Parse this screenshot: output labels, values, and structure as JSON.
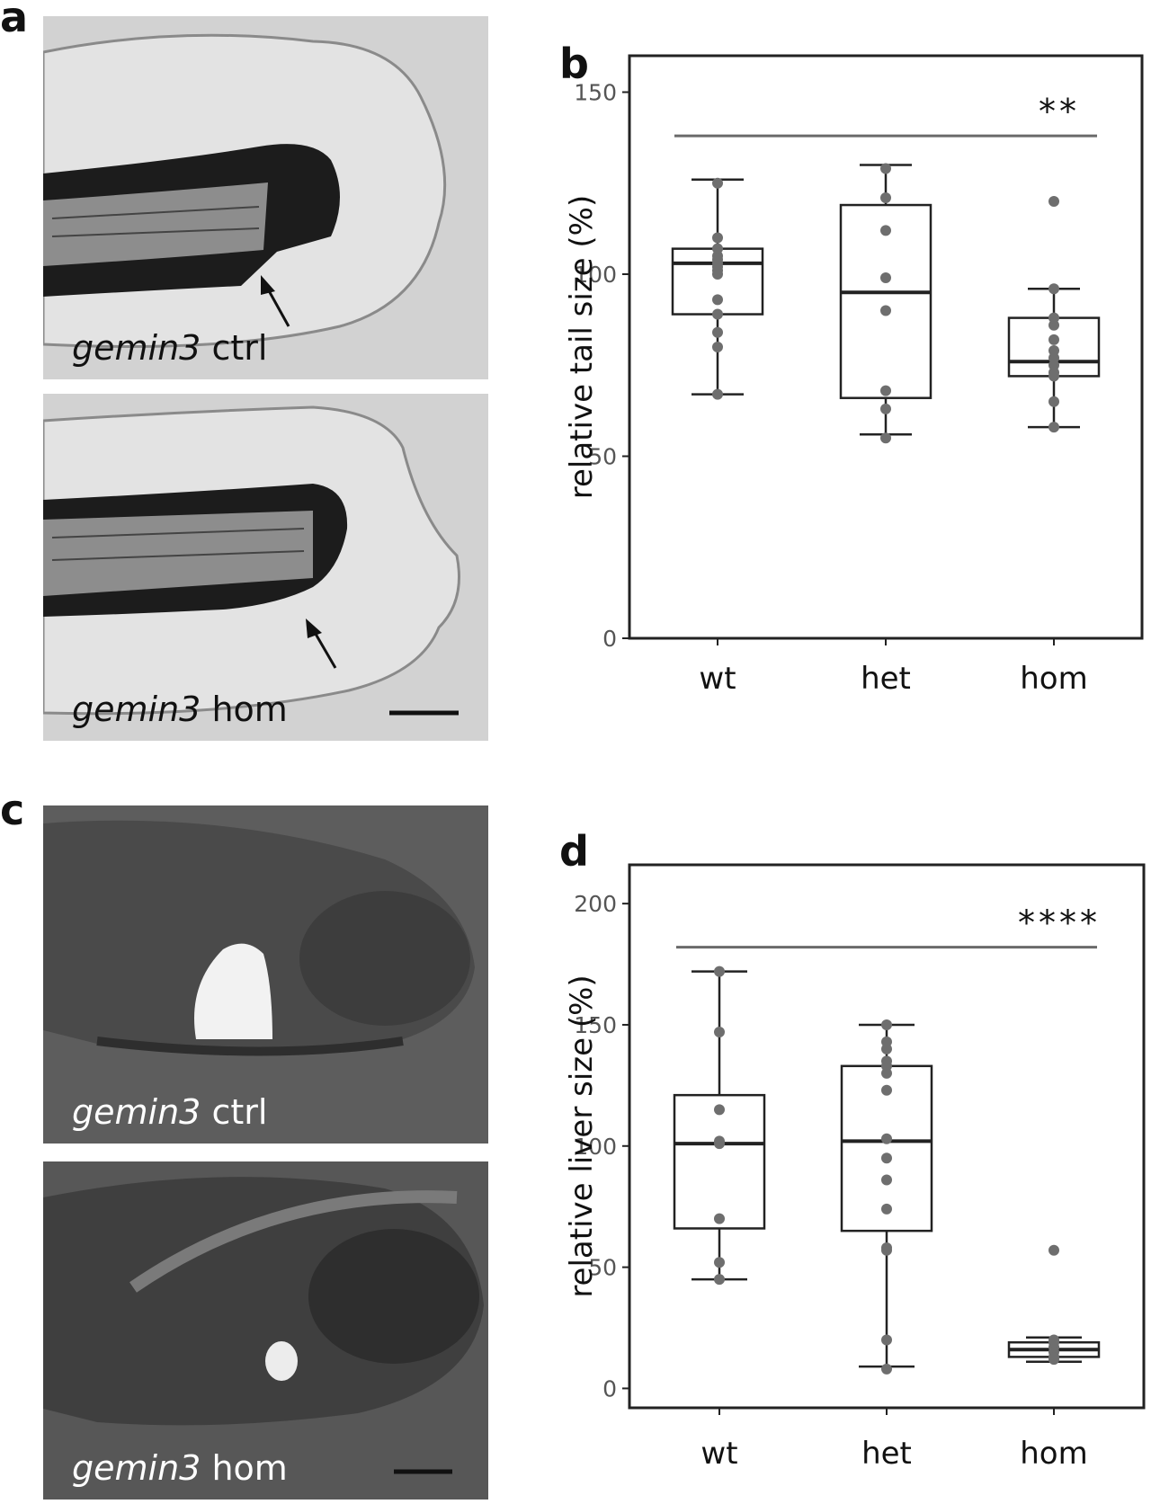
{
  "panels": {
    "a": {
      "letter": "a",
      "images": [
        {
          "gene": "gemin3",
          "condition": "ctrl"
        },
        {
          "gene": "gemin3",
          "condition": "hom"
        }
      ]
    },
    "b": {
      "letter": "b"
    },
    "c": {
      "letter": "c",
      "images": [
        {
          "gene": "gemin3",
          "condition": "ctrl"
        },
        {
          "gene": "gemin3",
          "condition": "hom"
        }
      ]
    },
    "d": {
      "letter": "d"
    }
  },
  "colors": {
    "axis": "#222222",
    "box": "#222222",
    "point": "#6e6e6e",
    "bar": "#6a6a6a",
    "tick_label": "#555555"
  },
  "chart_data": [
    {
      "type": "box",
      "panel": "b",
      "ylabel": "relative tail size (%)",
      "xlabel": "",
      "ylim": [
        0,
        160
      ],
      "yticks": [
        0,
        50,
        100,
        150
      ],
      "categories": [
        "wt",
        "het",
        "hom"
      ],
      "boxes": [
        {
          "category": "wt",
          "whisker_low": 67,
          "q1": 89,
          "median": 103,
          "q3": 107,
          "whisker_high": 126,
          "points": [
            67,
            80,
            84,
            89,
            93,
            100,
            101,
            102,
            103,
            104,
            105,
            107,
            110,
            125
          ]
        },
        {
          "category": "het",
          "whisker_low": 56,
          "q1": 66,
          "median": 95,
          "q3": 119,
          "whisker_high": 130,
          "points": [
            55,
            63,
            68,
            90,
            99,
            112,
            121,
            129
          ]
        },
        {
          "category": "hom",
          "whisker_low": 58,
          "q1": 72,
          "median": 76,
          "q3": 88,
          "whisker_high": 96,
          "points": [
            58,
            65,
            72,
            73,
            75,
            77,
            79,
            82,
            86,
            88,
            96,
            120
          ]
        }
      ],
      "significance": {
        "label": "**",
        "from": "wt",
        "to": "hom",
        "y": 138
      }
    },
    {
      "type": "box",
      "panel": "d",
      "ylabel": "relative liver size (%)",
      "xlabel": "",
      "ylim": [
        -8,
        216
      ],
      "yticks": [
        0,
        50,
        100,
        150,
        200
      ],
      "categories": [
        "wt",
        "het",
        "hom"
      ],
      "boxes": [
        {
          "category": "wt",
          "whisker_low": 45,
          "q1": 66,
          "median": 101,
          "q3": 121,
          "whisker_high": 172,
          "points": [
            45,
            52,
            70,
            101,
            102,
            115,
            147,
            172
          ]
        },
        {
          "category": "het",
          "whisker_low": 9,
          "q1": 65,
          "median": 102,
          "q3": 133,
          "whisker_high": 150,
          "points": [
            8,
            20,
            57,
            58,
            74,
            86,
            95,
            103,
            123,
            130,
            133,
            135,
            140,
            143,
            150
          ]
        },
        {
          "category": "hom",
          "whisker_low": 11,
          "q1": 13,
          "median": 16,
          "q3": 19,
          "whisker_high": 21,
          "points": [
            12,
            13,
            15,
            17,
            19,
            20,
            57
          ]
        }
      ],
      "significance": {
        "label": "****",
        "from": "wt",
        "to": "hom",
        "y": 182
      }
    }
  ]
}
